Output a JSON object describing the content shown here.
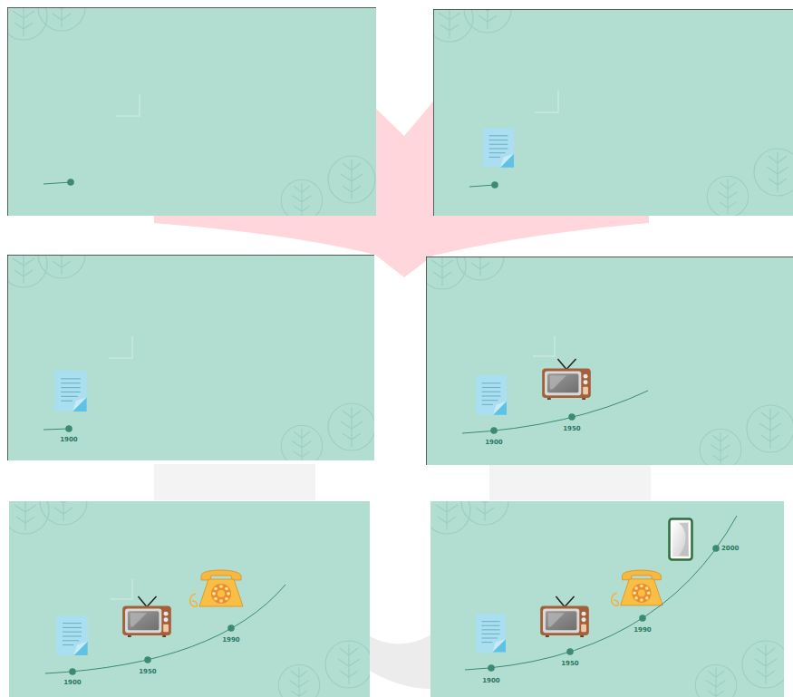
{
  "diagram": {
    "labels": [
      "1900",
      "1900",
      "1950",
      "1900",
      "1950",
      "1990",
      "1900",
      "1950",
      "1990",
      "2000"
    ]
  }
}
